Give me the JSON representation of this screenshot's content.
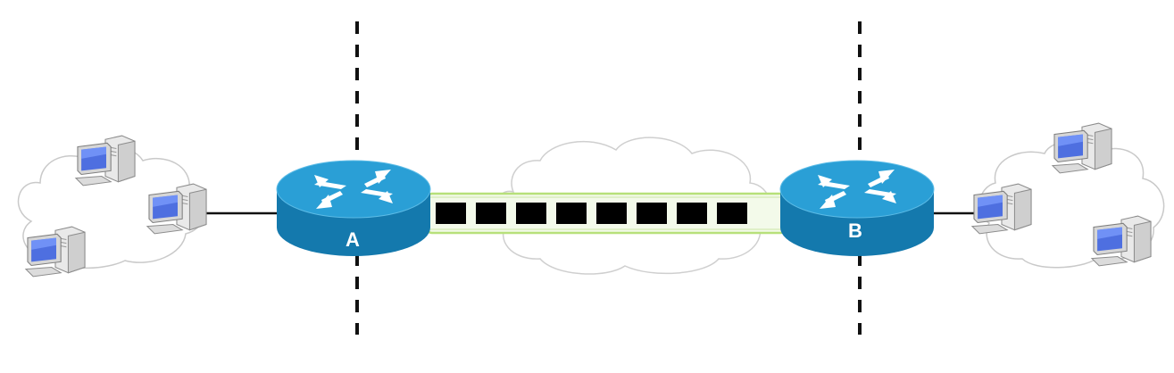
{
  "routers": [
    {
      "id": "router-a",
      "label": "A"
    },
    {
      "id": "router-b",
      "label": "B"
    }
  ],
  "link": {
    "packet_count": 8
  },
  "colors": {
    "router_top": "#2a9fd6",
    "router_side": "#1479ad",
    "pipe_border": "#b7e07a",
    "pipe_fill": "#f3faea",
    "packet": "#000000",
    "cloud_stroke": "#c9c9c9",
    "divider": "#111111"
  }
}
